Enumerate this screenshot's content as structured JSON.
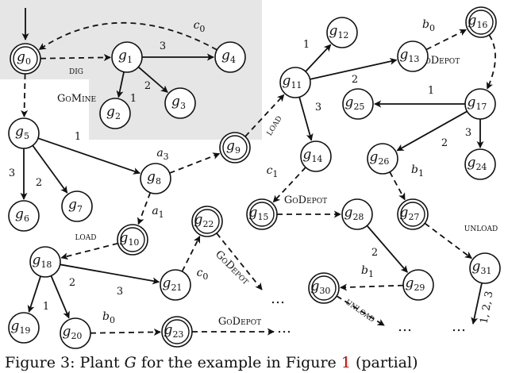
{
  "nodes": [
    {
      "id": "g0",
      "name": "g",
      "sub": "0",
      "accepting": true
    },
    {
      "id": "g1",
      "name": "g",
      "sub": "1",
      "accepting": false
    },
    {
      "id": "g2",
      "name": "g",
      "sub": "2",
      "accepting": false
    },
    {
      "id": "g3",
      "name": "g",
      "sub": "3",
      "accepting": false
    },
    {
      "id": "g4",
      "name": "g",
      "sub": "4",
      "accepting": false
    },
    {
      "id": "g5",
      "name": "g",
      "sub": "5",
      "accepting": false
    },
    {
      "id": "g6",
      "name": "g",
      "sub": "6",
      "accepting": false
    },
    {
      "id": "g7",
      "name": "g",
      "sub": "7",
      "accepting": false
    },
    {
      "id": "g8",
      "name": "g",
      "sub": "8",
      "accepting": false
    },
    {
      "id": "g9",
      "name": "g",
      "sub": "9",
      "accepting": true
    },
    {
      "id": "g10",
      "name": "g",
      "sub": "10",
      "accepting": true
    },
    {
      "id": "g11",
      "name": "g",
      "sub": "11",
      "accepting": false
    },
    {
      "id": "g12",
      "name": "g",
      "sub": "12",
      "accepting": false
    },
    {
      "id": "g13",
      "name": "g",
      "sub": "13",
      "accepting": false
    },
    {
      "id": "g14",
      "name": "g",
      "sub": "14",
      "accepting": false
    },
    {
      "id": "g15",
      "name": "g",
      "sub": "15",
      "accepting": true
    },
    {
      "id": "g16",
      "name": "g",
      "sub": "16",
      "accepting": true
    },
    {
      "id": "g17",
      "name": "g",
      "sub": "17",
      "accepting": false
    },
    {
      "id": "g18",
      "name": "g",
      "sub": "18",
      "accepting": false
    },
    {
      "id": "g19",
      "name": "g",
      "sub": "19",
      "accepting": false
    },
    {
      "id": "g20",
      "name": "g",
      "sub": "20",
      "accepting": false
    },
    {
      "id": "g21",
      "name": "g",
      "sub": "21",
      "accepting": false
    },
    {
      "id": "g22",
      "name": "g",
      "sub": "22",
      "accepting": true
    },
    {
      "id": "g23",
      "name": "g",
      "sub": "23",
      "accepting": true
    },
    {
      "id": "g24",
      "name": "g",
      "sub": "24",
      "accepting": false
    },
    {
      "id": "g25",
      "name": "g",
      "sub": "25",
      "accepting": false
    },
    {
      "id": "g26",
      "name": "g",
      "sub": "26",
      "accepting": false
    },
    {
      "id": "g27",
      "name": "g",
      "sub": "27",
      "accepting": true
    },
    {
      "id": "g28",
      "name": "g",
      "sub": "28",
      "accepting": false
    },
    {
      "id": "g29",
      "name": "g",
      "sub": "29",
      "accepting": false
    },
    {
      "id": "g30",
      "name": "g",
      "sub": "30",
      "accepting": true
    },
    {
      "id": "g31",
      "name": "g",
      "sub": "31",
      "accepting": false
    }
  ],
  "edges": [
    {
      "id": "e-g0-g1",
      "from": "g0",
      "to": "g1",
      "style": "dashed",
      "label": "dig",
      "labelStyle": "smallcaps"
    },
    {
      "id": "e-g1-g4",
      "from": "g1",
      "to": "g4",
      "style": "solid",
      "label": "3",
      "labelStyle": "plain"
    },
    {
      "id": "e-g4-g0",
      "from": "g4",
      "to": "g0",
      "style": "dashed",
      "label": "c0",
      "labelStyle": "italic"
    },
    {
      "id": "e-g1-g2",
      "from": "g1",
      "to": "g2",
      "style": "solid",
      "label": "1",
      "labelStyle": "plain"
    },
    {
      "id": "e-g1-g3",
      "from": "g1",
      "to": "g3",
      "style": "solid",
      "label": "2",
      "labelStyle": "plain"
    },
    {
      "id": "e-g0-g5",
      "from": "g0",
      "to": "g5",
      "style": "dashed",
      "label": "GoMine",
      "labelStyle": "smallcaps"
    },
    {
      "id": "e-g5-g6",
      "from": "g5",
      "to": "g6",
      "style": "solid",
      "label": "3",
      "labelStyle": "plain"
    },
    {
      "id": "e-g5-g7",
      "from": "g5",
      "to": "g7",
      "style": "solid",
      "label": "2",
      "labelStyle": "plain"
    },
    {
      "id": "e-g5-g8",
      "from": "g5",
      "to": "g8",
      "style": "solid",
      "label": "1",
      "labelStyle": "plain"
    },
    {
      "id": "e-g8-g9",
      "from": "g8",
      "to": "g9",
      "style": "dashed",
      "label": "a3",
      "labelStyle": "italic"
    },
    {
      "id": "e-g8-g10",
      "from": "g8",
      "to": "g10",
      "style": "dashed",
      "label": "a1",
      "labelStyle": "italic"
    },
    {
      "id": "e-g9-g11",
      "from": "g9",
      "to": "g11",
      "style": "dashed",
      "label": "load",
      "labelStyle": "smallcaps"
    },
    {
      "id": "e-g11-g12",
      "from": "g11",
      "to": "g12",
      "style": "solid",
      "label": "1",
      "labelStyle": "plain"
    },
    {
      "id": "e-g11-g13",
      "from": "g11",
      "to": "g13",
      "style": "solid",
      "label": "2",
      "labelStyle": "plain"
    },
    {
      "id": "e-g11-g14",
      "from": "g11",
      "to": "g14",
      "style": "solid",
      "label": "3",
      "labelStyle": "plain"
    },
    {
      "id": "e-g13-g16",
      "from": "g13",
      "to": "g16",
      "style": "dashed",
      "label": "b0",
      "labelStyle": "italic"
    },
    {
      "id": "e-g16-g17",
      "from": "g16",
      "to": "g17",
      "style": "dashed",
      "label": "GoDepot",
      "labelStyle": "smallcaps"
    },
    {
      "id": "e-g17-g25",
      "from": "g17",
      "to": "g25",
      "style": "solid",
      "label": "1",
      "labelStyle": "plain"
    },
    {
      "id": "e-g17-g26",
      "from": "g17",
      "to": "g26",
      "style": "solid",
      "label": "2",
      "labelStyle": "plain"
    },
    {
      "id": "e-g17-g24",
      "from": "g17",
      "to": "g24",
      "style": "solid",
      "label": "3",
      "labelStyle": "plain"
    },
    {
      "id": "e-g26-g27",
      "from": "g26",
      "to": "g27",
      "style": "dashed",
      "label": "b1",
      "labelStyle": "italic"
    },
    {
      "id": "e-g27-g31",
      "from": "g27",
      "to": "g31",
      "style": "dashed",
      "label": "unload",
      "labelStyle": "smallcaps"
    },
    {
      "id": "e-g14-g15",
      "from": "g14",
      "to": "g15",
      "style": "dashed",
      "label": "c1",
      "labelStyle": "italic"
    },
    {
      "id": "e-g15-g28",
      "from": "g15",
      "to": "g28",
      "style": "dashed",
      "label": "GoDepot",
      "labelStyle": "smallcaps"
    },
    {
      "id": "e-g28-g29",
      "from": "g28",
      "to": "g29",
      "style": "solid",
      "label": "2",
      "labelStyle": "plain"
    },
    {
      "id": "e-g29-g30",
      "from": "g29",
      "to": "g30",
      "style": "dashed",
      "label": "b1",
      "labelStyle": "italic"
    },
    {
      "id": "e-g10-g18",
      "from": "g10",
      "to": "g18",
      "style": "dashed",
      "label": "load",
      "labelStyle": "smallcaps"
    },
    {
      "id": "e-g18-g19",
      "from": "g18",
      "to": "g19",
      "style": "solid",
      "label": "1",
      "labelStyle": "plain"
    },
    {
      "id": "e-g18-g20",
      "from": "g18",
      "to": "g20",
      "style": "solid",
      "label": "2",
      "labelStyle": "plain"
    },
    {
      "id": "e-g18-g21",
      "from": "g18",
      "to": "g21",
      "style": "solid",
      "label": "3",
      "labelStyle": "plain"
    },
    {
      "id": "e-g21-g22",
      "from": "g21",
      "to": "g22",
      "style": "dashed",
      "label": "c0",
      "labelStyle": "italic"
    },
    {
      "id": "e-g20-g23",
      "from": "g20",
      "to": "g23",
      "style": "dashed",
      "label": "b0",
      "labelStyle": "italic"
    }
  ],
  "dangling": [
    {
      "id": "d-g22",
      "label": "GoDepot",
      "labelStyle": "smallcaps",
      "ellipsis": "…"
    },
    {
      "id": "d-g23",
      "label": "GoDepot",
      "labelStyle": "smallcaps",
      "ellipsis": "…"
    },
    {
      "id": "d-g30",
      "label": "unload",
      "labelStyle": "smallcaps",
      "ellipsis": "…"
    },
    {
      "id": "d-g31",
      "label": "1, 2, 3",
      "labelStyle": "plain",
      "ellipsis": "…"
    }
  ],
  "caption": {
    "prefix": "Figure 3: Plant ",
    "symbol": "G",
    "middle": " for the example in Figure ",
    "ref": "1",
    "suffix": " (partial)"
  }
}
